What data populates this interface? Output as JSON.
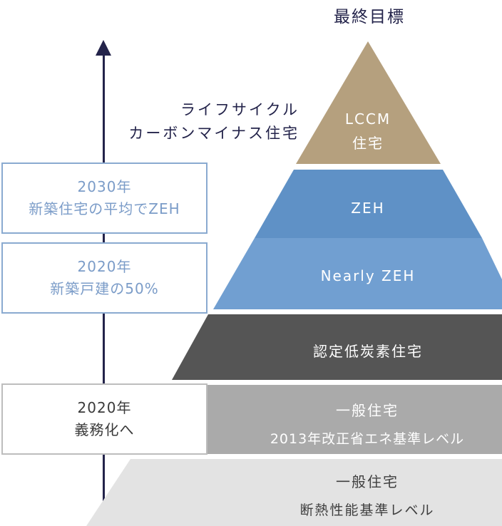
{
  "goal_title": "最終目標",
  "lccm_caption": {
    "line1": "ライフサイクル",
    "line2": "カーボンマイナス住宅"
  },
  "tiers": {
    "lccm": {
      "line1": "LCCM",
      "line2": "住宅",
      "color": "#b5a07e"
    },
    "zeh": {
      "label": "ZEH",
      "color": "#5f91c6"
    },
    "nearly_zeh": {
      "label": "Nearly ZEH",
      "color": "#719fd1"
    },
    "low_carbon": {
      "label": "認定低炭素住宅",
      "color": "#555555"
    },
    "general_2013": {
      "line1": "一般住宅",
      "line2": "2013年改正省エネ基準レベル",
      "color": "#aaaaaa"
    },
    "general_insulation": {
      "line1": "一般住宅",
      "line2": "断熱性能基準レベル",
      "color": "#e3e3e3"
    }
  },
  "milestones": {
    "m2030": {
      "line1": "2030年",
      "line2": "新築住宅の平均でZEH"
    },
    "m2020_zeh": {
      "line1": "2020年",
      "line2": "新築戸建の50%"
    },
    "m2020_mandatory": {
      "line1": "2020年",
      "line2": "義務化へ"
    }
  },
  "colors": {
    "navy": "#23234a",
    "box_border_blue": "#8aaad0",
    "box_text_blue": "#7b9cc8"
  }
}
